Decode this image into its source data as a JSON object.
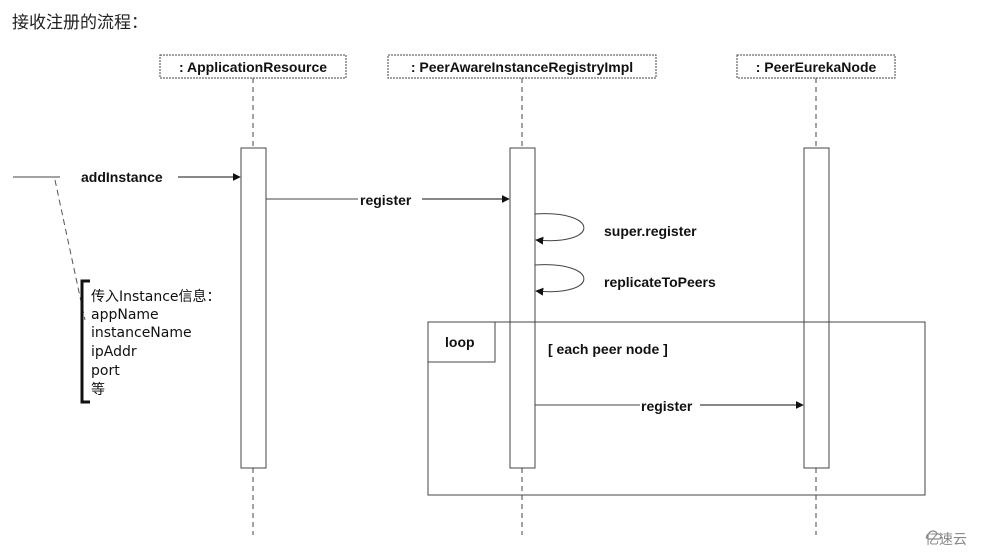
{
  "heading": "接收注册的流程：",
  "lifelines": [
    {
      "label": ": ApplicationResource"
    },
    {
      "label": ": PeerAwareInstanceRegistryImpl"
    },
    {
      "label": ": PeerEurekaNode"
    }
  ],
  "messages": {
    "add_instance": "addInstance",
    "register_1": "register",
    "super_register": "super.register",
    "replicate_to_peers": "replicateToPeers",
    "register_2": "register"
  },
  "loop": {
    "tag": "loop",
    "guard": "[ each peer node ]"
  },
  "note": {
    "lines": [
      "传入Instance信息：",
      "appName",
      "instanceName",
      "ipAddr",
      "port",
      "等"
    ]
  },
  "watermark": "亿速云"
}
